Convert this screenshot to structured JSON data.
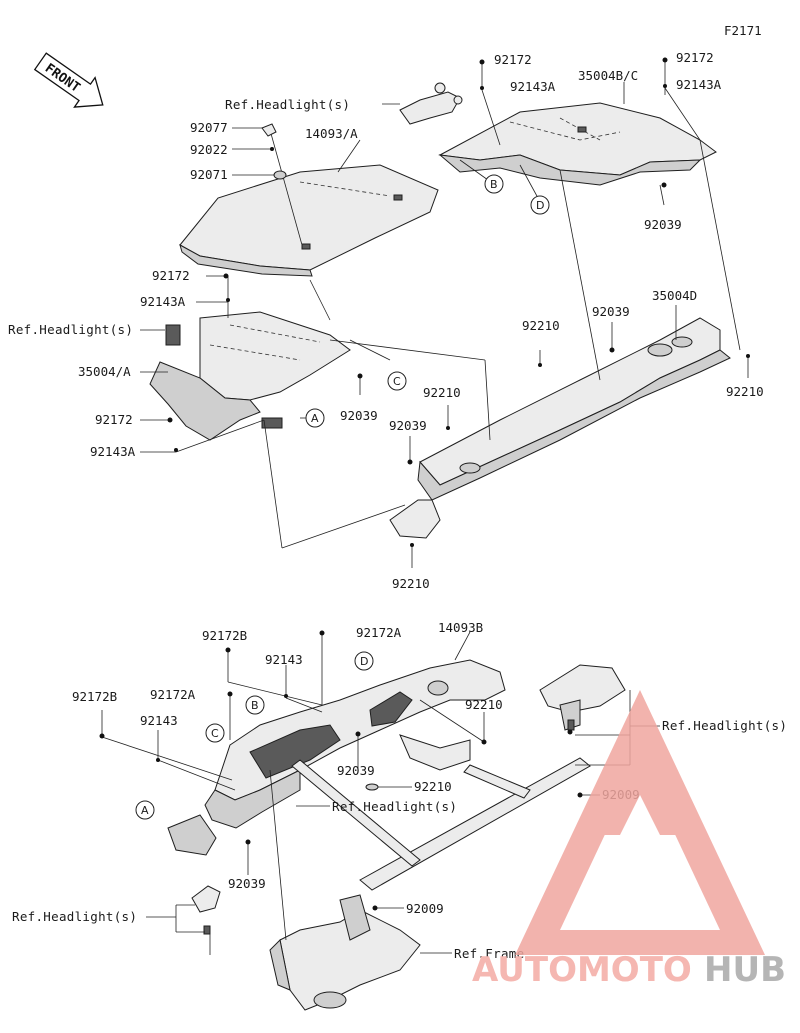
{
  "figure_code": "F2171",
  "front_label": "FRONT",
  "watermark": {
    "part1": "AUTOMOTO",
    "part2": "HUB",
    "accent": "#e8837a"
  },
  "labels": {
    "l92172_top_right": "92172",
    "l92143A_top_right": "92143A",
    "l92172_top_mid": "92172",
    "l92143A_top_mid": "92143A",
    "l35004BC": "35004B/C",
    "ref_headlight_top": "Ref.Headlight(s)",
    "l92077": "92077",
    "l92022": "92022",
    "l92071": "92071",
    "l14093A": "14093/A",
    "l92039_upper_right": "92039",
    "l92172_left": "92172",
    "l92143A_left": "92143A",
    "ref_headlight_left": "Ref.Headlight(s)",
    "l35004A": "35004/A",
    "l92039_mid": "92039",
    "l92172_left2": "92172",
    "l92143A_left2": "92143A",
    "l92210_mid": "92210",
    "l92039_mid2": "92039",
    "l35004D": "35004D",
    "l92210_center": "92210",
    "l92039_center": "92039",
    "l92210_right": "92210",
    "l92210_lower": "92210",
    "l92172B_a": "92172B",
    "l92172A_a": "92172A",
    "l14093B": "14093B",
    "l92143_a": "92143",
    "l92172A_b": "92172A",
    "l92172B_b": "92172B",
    "l92143_b": "92143",
    "l92210_b1": "92210",
    "ref_headlight_right": "Ref.Headlight(s)",
    "l92039_b1": "92039",
    "l92210_b2": "92210",
    "ref_headlight_center": "Ref.Headlight(s)",
    "l92009_a": "92009",
    "l92039_b2": "92039",
    "l92009_b": "92009",
    "ref_headlight_bottom": "Ref.Headlight(s)",
    "ref_frame": "Ref.Frame"
  },
  "callouts": {
    "A": "A",
    "B": "B",
    "C": "C",
    "D": "D"
  }
}
